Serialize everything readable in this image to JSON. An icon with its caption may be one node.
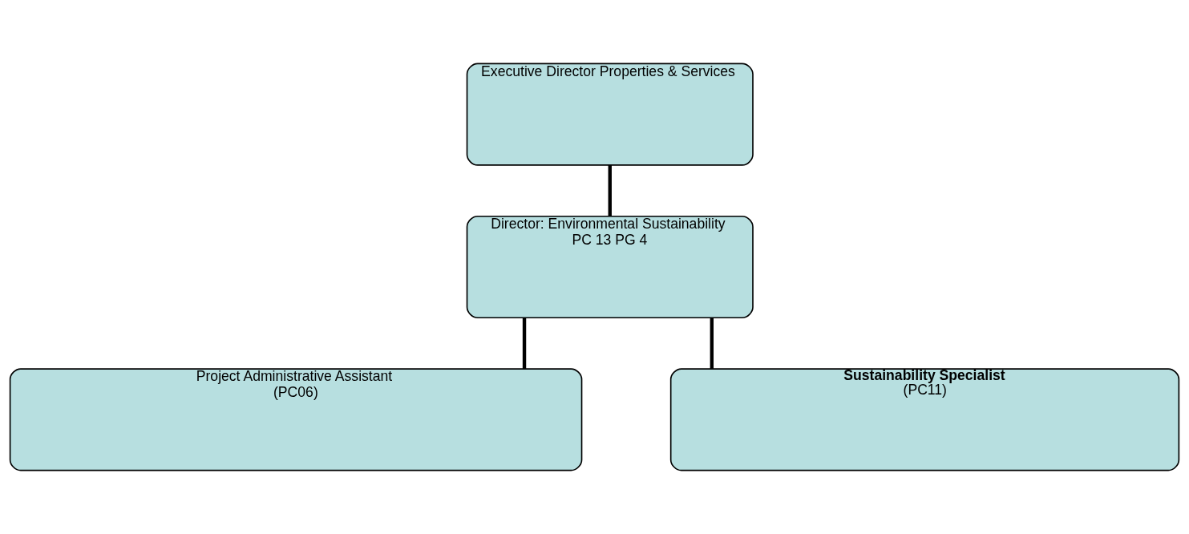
{
  "diagram": {
    "nodes": [
      {
        "text": [
          "Executive Director Properties & Services"
        ]
      },
      {
        "text": [
          "Director: Environmental Sustainability",
          "PC 13 PG 4"
        ]
      },
      {
        "text": [
          "Project Administrative Assistant",
          "(PC06)"
        ]
      },
      {
        "text": [
          "Sustainability Specialist",
          "(PC11)"
        ]
      }
    ],
    "edges": [
      {
        "from": 0,
        "to": 1,
        "arrow": "none"
      },
      {
        "from": 1,
        "to": 2,
        "arrow": "none"
      },
      {
        "from": 1,
        "to": 3,
        "arrow": "none"
      }
    ]
  }
}
